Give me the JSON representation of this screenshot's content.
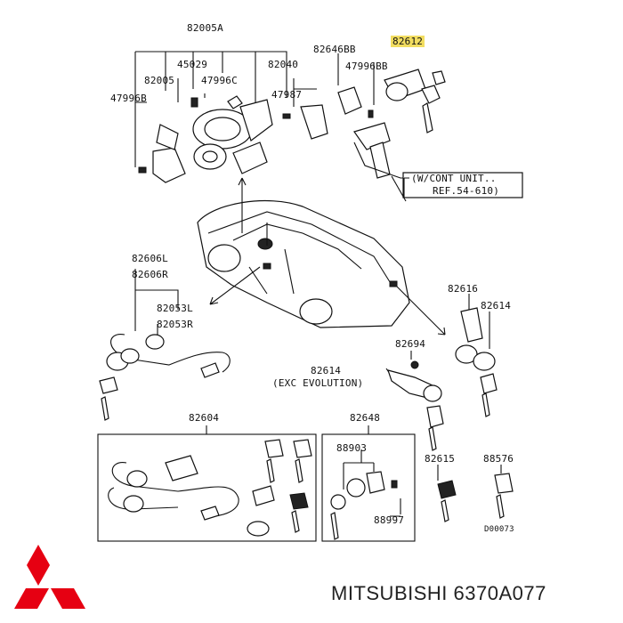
{
  "diagram": {
    "labels": {
      "l82005A": "82005A",
      "l45029": "45029",
      "l82040": "82040",
      "l82005": "82005",
      "l47996C": "47996C",
      "l47996B": "47996B",
      "l47987": "47987",
      "l82646BB": "82646BB",
      "l82612": "82612",
      "l47996BB": "47996BB",
      "cont1": "(W/CONT UNIT..",
      "cont2": "REF.54-610)",
      "l82606L": "82606L",
      "l82606R": "82606R",
      "l82053L": "82053L",
      "l82053R": "82053R",
      "l82616": "82616",
      "l82614a": "82614",
      "l82694": "82694",
      "l82614b": "82614",
      "excevo": "(EXC EVOLUTION)",
      "l82604": "82604",
      "l82648": "82648",
      "l88903": "88903",
      "l88997": "88997",
      "l82615": "82615",
      "l88576": "88576",
      "code": "D00073"
    },
    "highlight_color": "#f2dd60"
  },
  "brand": {
    "caption": "MITSUBISHI 6370A077",
    "logo_color": "#e60012"
  }
}
